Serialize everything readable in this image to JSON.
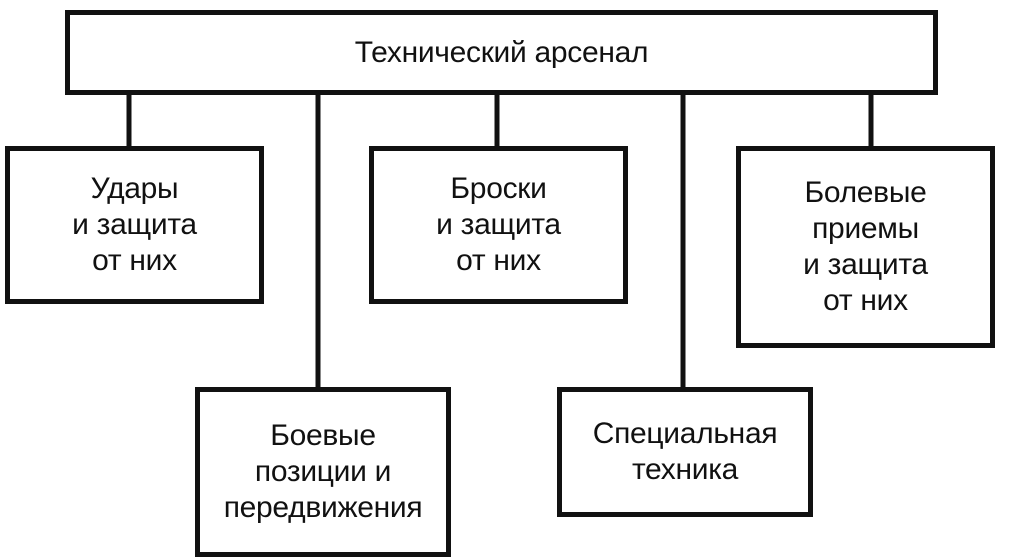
{
  "diagram": {
    "root": {
      "label": "Технический арсенал"
    },
    "nodes": [
      {
        "id": "udary",
        "label": "Удары\nи защита\nот них"
      },
      {
        "id": "boevye",
        "label": "Боевые\nпозиции и\nпередвижения"
      },
      {
        "id": "broski",
        "label": "Броски\nи защита\nот них"
      },
      {
        "id": "special",
        "label": "Специальная\nтехника"
      },
      {
        "id": "bolevye",
        "label": "Болевые\nприемы\nи защита\nот них"
      }
    ],
    "edges": [
      {
        "from": "root",
        "to": "udary"
      },
      {
        "from": "root",
        "to": "boevye"
      },
      {
        "from": "root",
        "to": "broski"
      },
      {
        "from": "root",
        "to": "special"
      },
      {
        "from": "root",
        "to": "bolevye"
      }
    ],
    "colors": {
      "line": "#111111",
      "background": "#ffffff"
    }
  }
}
